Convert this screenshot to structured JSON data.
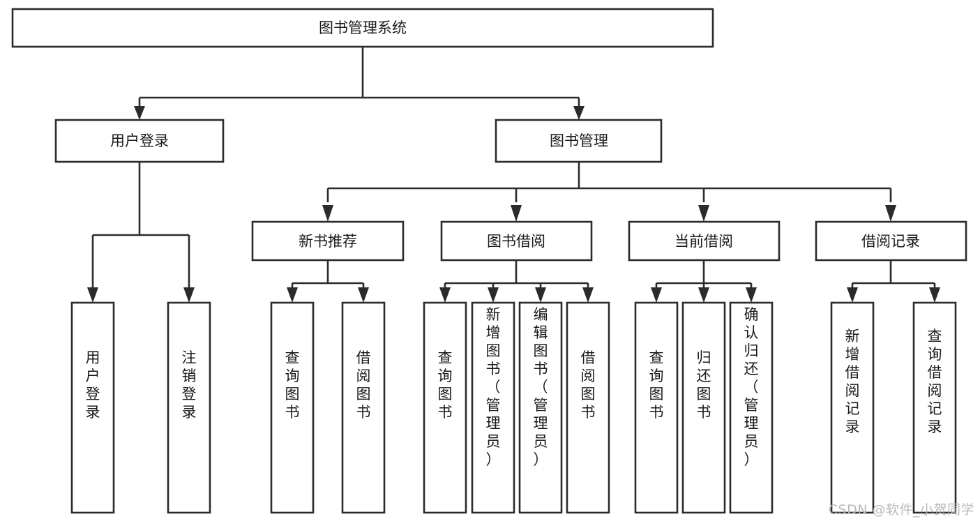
{
  "diagram": {
    "title": "图书管理系统",
    "type": "tree",
    "watermark": "CSDN @软件_小贺同学",
    "colors": {
      "box_fill": "#ffffff",
      "box_stroke": "#2b2b2b",
      "text": "#1a1a1a",
      "watermark": "#b9b9b9",
      "background": "#ffffff"
    },
    "root": {
      "id": "root",
      "label": "图书管理系统"
    },
    "level2": [
      {
        "id": "user-login",
        "label": "用户登录"
      },
      {
        "id": "book-management",
        "label": "图书管理"
      }
    ],
    "level3": [
      {
        "id": "new-book-recommend",
        "label": "新书推荐",
        "parent": "book-management"
      },
      {
        "id": "book-borrow",
        "label": "图书借阅",
        "parent": "book-management"
      },
      {
        "id": "current-borrow",
        "label": "当前借阅",
        "parent": "book-management"
      },
      {
        "id": "borrow-record",
        "label": "借阅记录",
        "parent": "book-management"
      }
    ],
    "leaves": [
      {
        "id": "leaf-user-login",
        "label": "用户登录",
        "parent": "user-login"
      },
      {
        "id": "leaf-logout",
        "label": "注销登录",
        "parent": "user-login"
      },
      {
        "id": "leaf-query-book-1",
        "label": "查询图书",
        "parent": "new-book-recommend"
      },
      {
        "id": "leaf-borrow-book-1",
        "label": "借阅图书",
        "parent": "new-book-recommend"
      },
      {
        "id": "leaf-query-book-2",
        "label": "查询图书",
        "parent": "book-borrow"
      },
      {
        "id": "leaf-add-book",
        "label": "新增图书（管理员）",
        "parent": "book-borrow"
      },
      {
        "id": "leaf-edit-book",
        "label": "编辑图书（管理员）",
        "parent": "book-borrow"
      },
      {
        "id": "leaf-borrow-book-2",
        "label": "借阅图书",
        "parent": "book-borrow"
      },
      {
        "id": "leaf-query-book-3",
        "label": "查询图书",
        "parent": "current-borrow"
      },
      {
        "id": "leaf-return-book",
        "label": "归还图书",
        "parent": "current-borrow"
      },
      {
        "id": "leaf-confirm-return",
        "label": "确认归还（管理员）",
        "parent": "current-borrow"
      },
      {
        "id": "leaf-add-record",
        "label": "新增借阅记录",
        "parent": "borrow-record"
      },
      {
        "id": "leaf-query-record",
        "label": "查询借阅记录",
        "parent": "borrow-record"
      }
    ]
  }
}
